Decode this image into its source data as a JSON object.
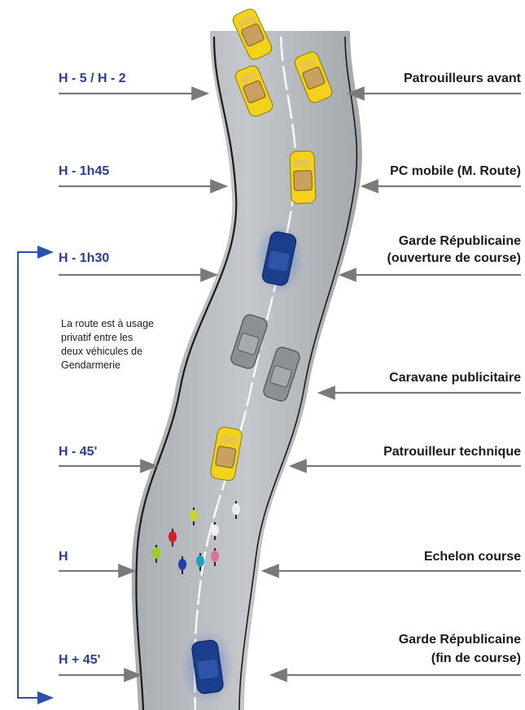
{
  "time_labels": [
    {
      "key": "t1",
      "text": "H - 5 / H - 2"
    },
    {
      "key": "t2",
      "text": "H - 1h45"
    },
    {
      "key": "t3",
      "text": "H - 1h30"
    },
    {
      "key": "t4",
      "text": "H - 45'"
    },
    {
      "key": "t5",
      "text": "H"
    },
    {
      "key": "t6",
      "text": "H + 45'"
    }
  ],
  "descriptions": {
    "patrouilleurs_avant": "Patrouilleurs avant",
    "pc_mobile": "PC mobile (M. Route)",
    "garde_ouverture_1": "Garde Républicaine",
    "garde_ouverture_2": "(ouverture de course)",
    "caravane": "Caravane publicitaire",
    "patrouilleur_technique": "Patrouilleur technique",
    "echelon": "Echelon course",
    "garde_fin_1": "Garde Républicaine",
    "garde_fin_2": "(fin de course)"
  },
  "note": {
    "line1": "La route est à usage",
    "line2": "privatif entre les",
    "line3": "deux véhicules de",
    "line4": "Gendarmerie"
  },
  "colors": {
    "time_text": "#2a3f8f",
    "bracket": "#2a50a8",
    "arrow": "#7a7a7a",
    "road": "#b9bdc1",
    "yellow_car": "#f2d21a",
    "blue_car": "#1a3e8c",
    "grey_car": "#8c9095"
  }
}
